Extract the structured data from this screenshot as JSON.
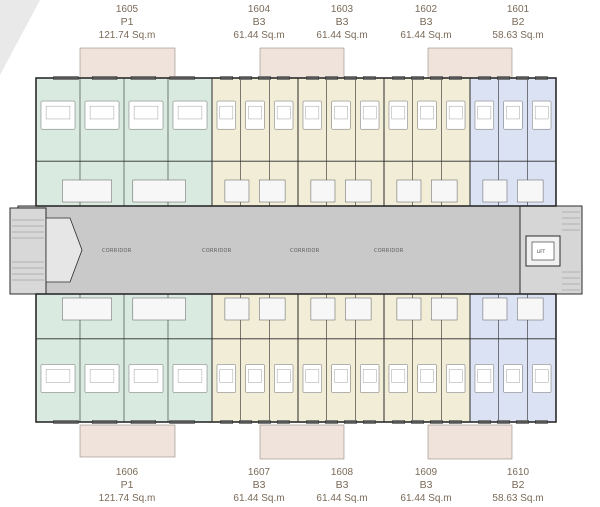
{
  "top_units": [
    {
      "number": "1605",
      "type": "P1",
      "area": "121.74 Sq.m",
      "color": "#d9ebe1"
    },
    {
      "number": "1604",
      "type": "B3",
      "area": "61.44 Sq.m",
      "color": "#f1edd6"
    },
    {
      "number": "1603",
      "type": "B3",
      "area": "61.44 Sq.m",
      "color": "#f1edd6"
    },
    {
      "number": "1602",
      "type": "B3",
      "area": "61.44 Sq.m",
      "color": "#f1edd6"
    },
    {
      "number": "1601",
      "type": "B2",
      "area": "58.63 Sq.m",
      "color": "#dbe2f3"
    }
  ],
  "bottom_units": [
    {
      "number": "1606",
      "type": "P1",
      "area": "121.74 Sq.m",
      "color": "#d9ebe1"
    },
    {
      "number": "1607",
      "type": "B3",
      "area": "61.44 Sq.m",
      "color": "#f1edd6"
    },
    {
      "number": "1608",
      "type": "B3",
      "area": "61.44 Sq.m",
      "color": "#f1edd6"
    },
    {
      "number": "1609",
      "type": "B3",
      "area": "61.44 Sq.m",
      "color": "#f1edd6"
    },
    {
      "number": "1610",
      "type": "B2",
      "area": "58.63 Sq.m",
      "color": "#dbe2f3"
    }
  ],
  "corridor": {
    "labels": [
      "CORRIDOR",
      "CORRIDOR",
      "CORRIDOR",
      "CORRIDOR"
    ],
    "color": "#c9c9c9"
  },
  "lift_label": "LIFT",
  "colors": {
    "wall": "#2b2b2b",
    "label": "#7a6a58",
    "balcony": "#efe3dc"
  }
}
